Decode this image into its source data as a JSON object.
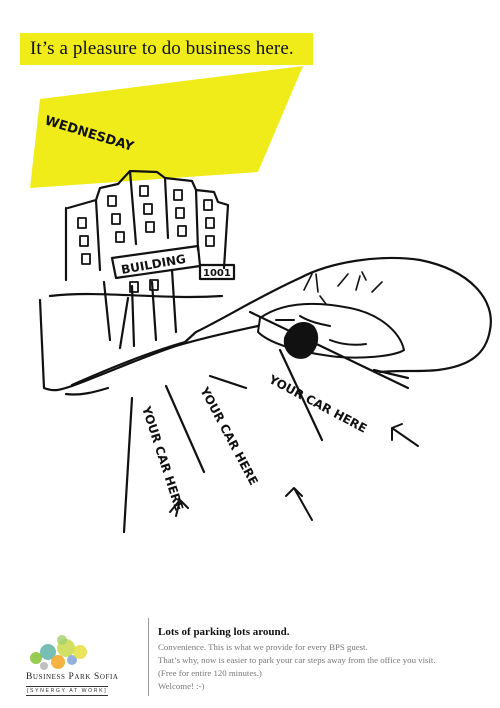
{
  "headline": "It’s a pleasure to do business here.",
  "sticky_note": {
    "text": "WEDNESDAY",
    "color": "#f0ec1a"
  },
  "sketch": {
    "building_sign": "BUILDING",
    "building_number": "1001",
    "parking_labels": [
      "YOUR CAR HERE",
      "YOUR CAR HERE",
      "YOUR CAR HERE"
    ]
  },
  "footer": {
    "logo_name": "Business Park Sofia",
    "logo_tagline": "[SYNERGY AT WORK]",
    "title": "Lots of parking lots around.",
    "lines": [
      "Convenience. This is what we provide for every BPS guest.",
      "That’s why, now is easier to park your car steps away from the office you visit.",
      "(Free for entire 120 minutes.)",
      "Welcome! :-)"
    ]
  }
}
